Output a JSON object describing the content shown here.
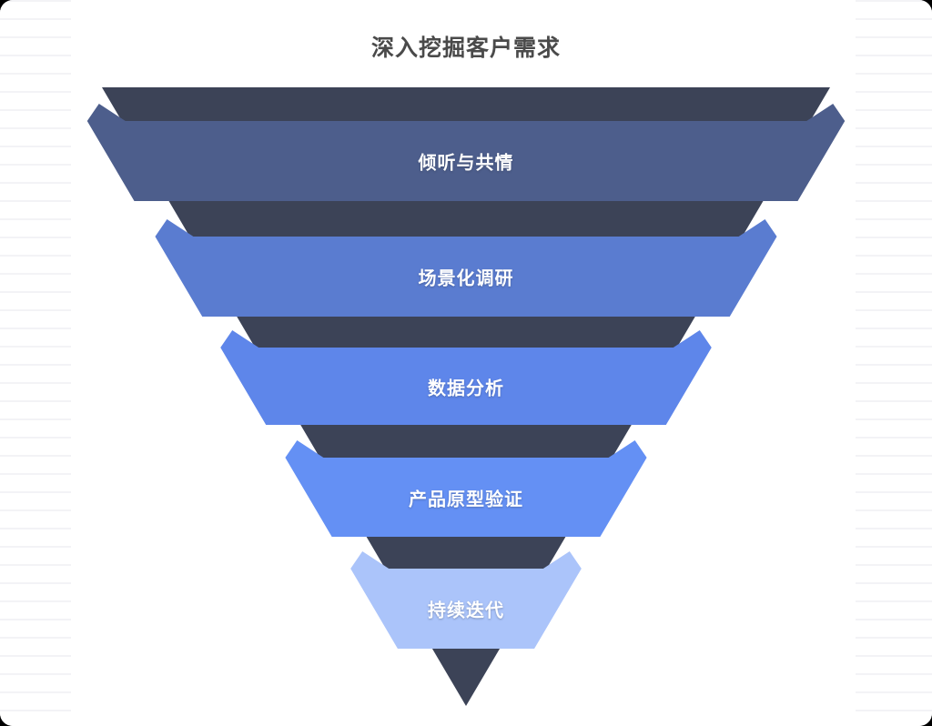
{
  "page": {
    "title": "深入挖掘客户需求"
  },
  "colors": {
    "funnel_backdrop": "#3C4357",
    "background": "#FFFFFF",
    "title_text": "#4A4A4A",
    "label_text": "#FFFFFF"
  },
  "chart_data": {
    "type": "funnel",
    "title": "深入挖掘客户需求",
    "orientation": "inverted-pyramid",
    "stages": [
      {
        "label": "倾听与共情",
        "color": "#4D5E8C"
      },
      {
        "label": "场景化调研",
        "color": "#5A7CD0"
      },
      {
        "label": "数据分析",
        "color": "#5E86EA"
      },
      {
        "label": "产品原型验证",
        "color": "#6490F4"
      },
      {
        "label": "持续迭代",
        "color": "#ABC4FA"
      }
    ]
  }
}
